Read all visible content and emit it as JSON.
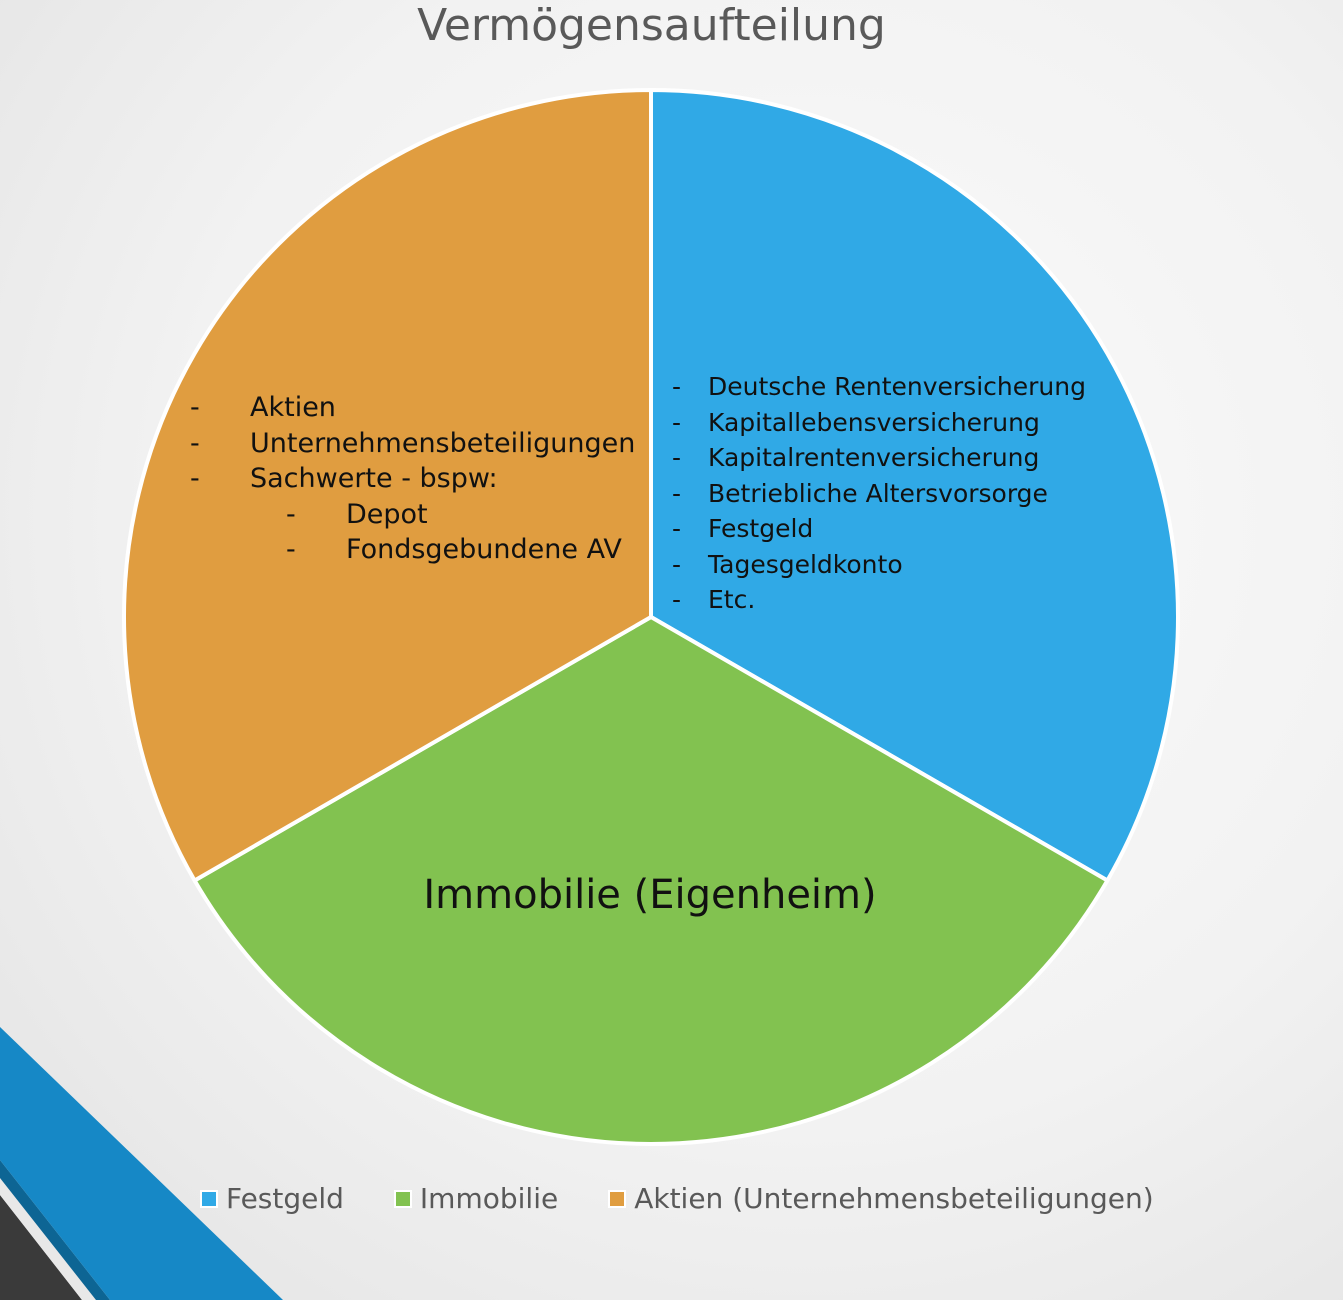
{
  "chart_data": {
    "type": "pie",
    "title": "Vermögensaufteilung",
    "categories": [
      "Festgeld",
      "Immobilie",
      "Aktien (Unternehmensbeteiligungen)"
    ],
    "values": [
      1,
      1,
      1
    ],
    "colors": [
      "#30a9e6",
      "#82c250",
      "#e09d40"
    ],
    "legend": {
      "position": "bottom",
      "entries": [
        "Festgeld",
        "Immobilie",
        "Aktien (Unternehmensbeteiligungen)"
      ]
    },
    "annotations": {
      "festgeld": [
        "Deutsche Rentenversicherung",
        "Kapitallebensversicherung",
        "Kapitalrentenversicherung",
        "Betriebliche Altersvorsorge",
        "Festgeld",
        "Tagesgeldkonto",
        "Etc."
      ],
      "immobilie": "Immobilie (Eigenheim)",
      "aktien": [
        "Aktien",
        "Unternehmensbeteiligungen",
        "Sachwerte - bspw:"
      ],
      "aktien_sub": [
        "Depot",
        "Fondsgebundene AV"
      ],
      "dash": "-"
    }
  },
  "decoration": {
    "band_color": "#1688c6",
    "band_shadow": "#0d6594",
    "corner_color": "#3a3a3a"
  }
}
